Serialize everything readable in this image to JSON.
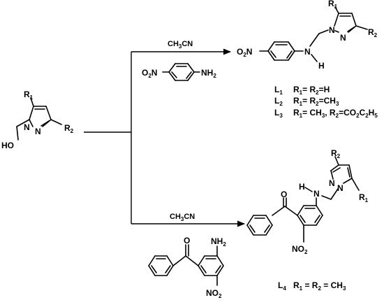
{
  "reactant": {
    "r1": "R1",
    "r2": "R2",
    "hydroxyl": "HO",
    "n1": "N",
    "n2": "N"
  },
  "upper_reaction": {
    "solvent": "CH3CN",
    "reagent": {
      "nitro": "O2N",
      "amine": "NH2"
    },
    "product": {
      "r1": "R1",
      "r2": "R2",
      "n1": "N",
      "n2": "N",
      "nh_n": "N",
      "nh_h": "H",
      "nitro": "O2N"
    },
    "ligands": [
      {
        "code": "L1",
        "definition": "R1= R2=H"
      },
      {
        "code": "L2",
        "definition": "R1= R2=CH3"
      },
      {
        "code": "L3",
        "definition": "R1= CH3, R2=CO2C2H5"
      }
    ]
  },
  "lower_reaction": {
    "solvent": "CH3CN",
    "reagent": {
      "carbonyl_o": "O",
      "amine": "NH2",
      "nitro": "NO2"
    },
    "product": {
      "carbonyl_o": "O",
      "r1": "R1",
      "r2": "R2",
      "n1": "N",
      "n2": "N",
      "nh_n": "N",
      "nh_h": "H",
      "nitro": "NO2"
    },
    "ligand": {
      "code": "L4",
      "definition": "R1 = R2 = CH3"
    }
  }
}
